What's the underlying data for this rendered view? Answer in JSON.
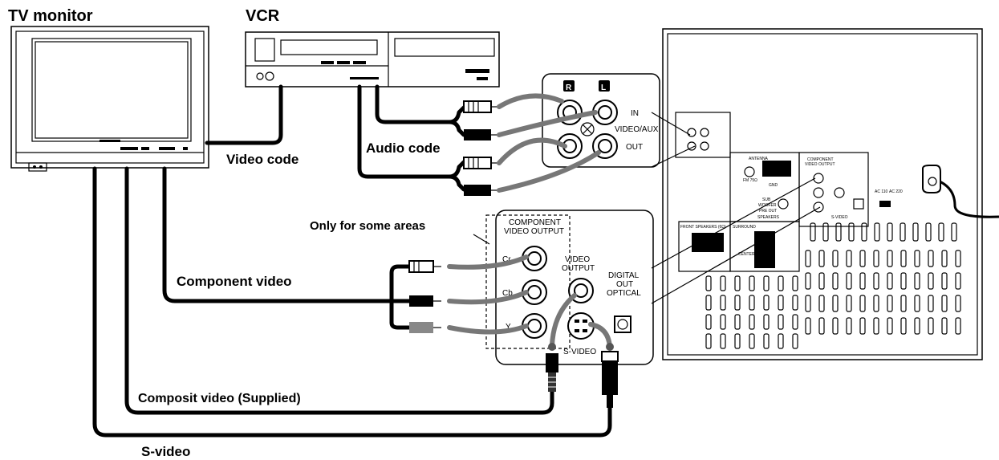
{
  "labels": {
    "tv_monitor": "TV monitor",
    "vcr": "VCR",
    "video_code": "Video code",
    "audio_code": "Audio code",
    "only_for_some_areas": "Only for some areas",
    "component_video": "Component video",
    "composit_video": "Composit video (Supplied)",
    "s_video": "S-video"
  },
  "audio_panel": {
    "right_badge": "R",
    "left_badge": "L",
    "in": "IN",
    "video_aux": "VIDEO/AUX",
    "out": "OUT"
  },
  "video_panel": {
    "component_title_1": "COMPONENT",
    "component_title_2": "VIDEO OUTPUT",
    "cr": "Cr",
    "cb": "Cb",
    "y": "Y",
    "video_output_1": "VIDEO",
    "video_output_2": "OUTPUT",
    "digital_1": "DIGITAL",
    "digital_2": "OUT",
    "digital_3": "OPTICAL",
    "s_video_jack": "S-VIDEO"
  },
  "rear_panel": {
    "antenna": "ANTENNA",
    "fm_75": "FM 75Ω",
    "gnd": "GND",
    "sub_woofer_1": "SUB",
    "sub_woofer_2": "WOOFER",
    "sub_woofer_3": "PRE OUT",
    "speakers": "SPEAKERS",
    "front_speakers": "FRONT SPEAKERS (6Ω)",
    "surround": "SURROUND",
    "center": "CENTER",
    "component": "COMPONENT",
    "video_output": "VIDEO OUTPUT",
    "s_video": "S-VIDEO",
    "ac_110": "AC 110",
    "ac_220": "AC 220"
  }
}
